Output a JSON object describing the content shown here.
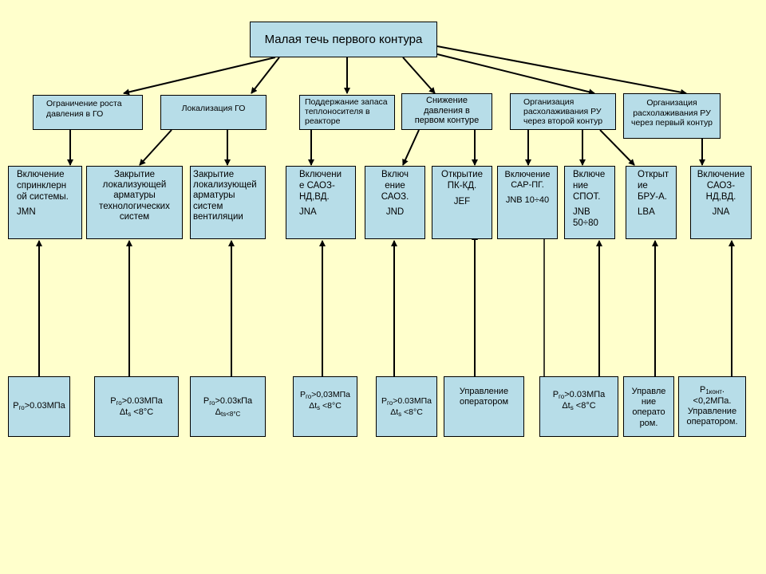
{
  "root": {
    "label": "Малая течь первого контура"
  },
  "goals": [
    {
      "label": "Ограничение роста\nдавления в ГО"
    },
    {
      "label": "Локализация ГО"
    },
    {
      "label": "Поддержание запаса\nтеплоносителя в\nреакторе"
    },
    {
      "label": "Снижение\nдавления в\nпервом контуре"
    },
    {
      "label": "Организация\nрасхолаживания РУ\nчерез второй контур"
    },
    {
      "label": "Организация\nрасхолаживания РУ\nчерез первый контур"
    }
  ],
  "actions": [
    {
      "label": "Включение\nспринклерн\nой системы.",
      "code": "JMN"
    },
    {
      "label": "Закрытие\nлокализующей\nарматуры\nтехнологических\nсистем",
      "code": ""
    },
    {
      "label": "Закрытие\nлокализующей\nарматуры\nсистем\nвентиляции",
      "code": ""
    },
    {
      "label": "Включени\nе САОЗ-\nНД,ВД.",
      "code": "JNA"
    },
    {
      "label": "Включ\nение\nСАОЗ.",
      "code": "JND"
    },
    {
      "label": "Открытие\nПК-КД.",
      "code": "JEF"
    },
    {
      "label": "Включение\nСАР-ПГ.",
      "code": "JNB 10÷40"
    },
    {
      "label": "Включе\nние\nСПОТ.",
      "code": "JNB\n50÷80"
    },
    {
      "label": "Открыт\nие\nБРУ-А.",
      "code": "LBA"
    },
    {
      "label": "Включение\nСАОЗ-\nНД,ВД.",
      "code": "JNA"
    }
  ],
  "conditions": [
    {
      "p": "P",
      "sub": "го",
      "rest": ">0.03МПа",
      "line2": ""
    },
    {
      "p": "P",
      "sub": "го",
      "rest": ">0.03МПа",
      "line2": "Δt",
      "line2sub": "s",
      "line2rest": " <8°C"
    },
    {
      "p": "P",
      "sub": "го",
      "rest": ">0.03кПа",
      "line2": "Δ",
      "line2sub": "ts<8°C",
      "line2rest": ""
    },
    {
      "p": "P",
      "sub": "го",
      "rest": ">0,03МПа",
      "line2": "Δt",
      "line2sub": "s",
      "line2rest": " <8°C"
    },
    {
      "p": "P",
      "sub": "го",
      "rest": ">0.03МПа",
      "line2": "Δt",
      "line2sub": "s",
      "line2rest": " <8°C"
    },
    {
      "text": "Управление\nоператором"
    },
    {
      "p": "P",
      "sub": "го",
      "rest": ">0.03МПа",
      "line2": "Δt",
      "line2sub": "s",
      "line2rest": " <8°C"
    },
    {
      "text": "Управле\nние\nоперато\nром."
    },
    {
      "p": "P",
      "sub": "1конт",
      "rest": ". <0,2МПа.",
      "text2": "Управление\nоператором."
    }
  ]
}
